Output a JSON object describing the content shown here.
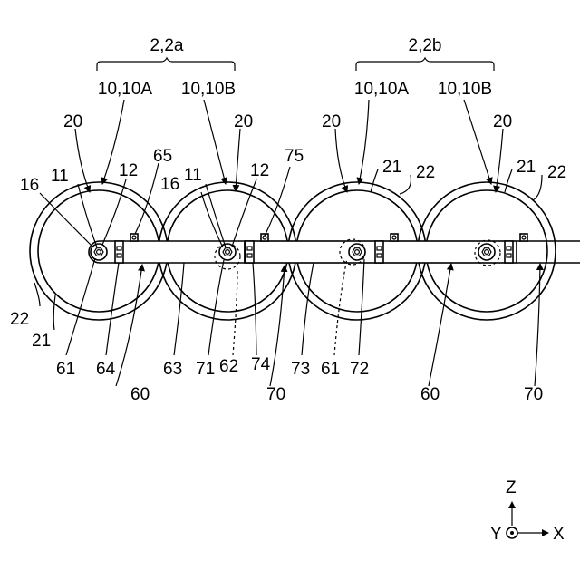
{
  "groups": [
    {
      "label": "2,2a",
      "sub": [
        "10,10A",
        "10,10B"
      ]
    },
    {
      "label": "2,2b",
      "sub": [
        "10,10A",
        "10,10B"
      ]
    }
  ],
  "refs": {
    "r20": "20",
    "r16": "16",
    "r11": "11",
    "r12": "12",
    "r65": "65",
    "r75": "75",
    "r21": "21",
    "r22": "22",
    "r61": "61",
    "r64": "64",
    "r60": "60",
    "r63": "63",
    "r71": "71",
    "r62": "62",
    "r74": "74",
    "r70": "70",
    "r73": "73",
    "r72": "72"
  },
  "axes": {
    "z": "Z",
    "y": "Y",
    "x": "X"
  }
}
